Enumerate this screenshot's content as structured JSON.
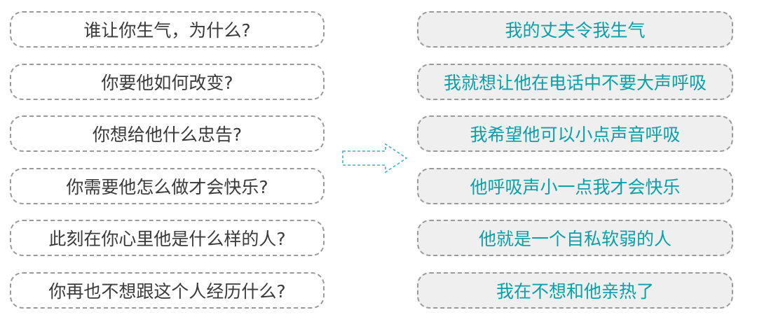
{
  "questions": [
    "谁让你生气，为什么?",
    "你要他如何改变?",
    "你想给他什么忠告?",
    "你需要他怎么做才会快乐?",
    "此刻在你心里他是什么样的人?",
    "你再也不想跟这个人经历什么?"
  ],
  "answers": [
    "我的丈夫令我生气",
    "我就想让他在电话中不要大声呼吸",
    "我希望他可以小点声音呼吸",
    "他呼吸声小一点我才会快乐",
    "他就是一个自私软弱的人",
    "我在不想和他亲热了"
  ],
  "colors": {
    "question_text": "#3a3a3a",
    "answer_text": "#0aa0a8",
    "answer_fill": "#efefef",
    "box_border": "#9a9a9a",
    "arrow": "#3fb4c4"
  },
  "icons": {
    "arrow": "dashed-right-arrow-icon"
  }
}
